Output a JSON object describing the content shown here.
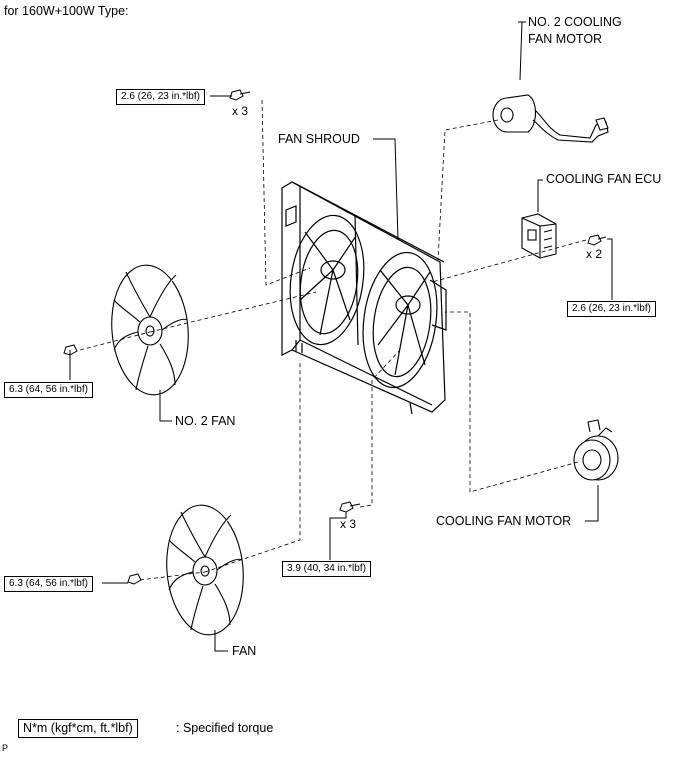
{
  "header": {
    "type_label": "for 160W+100W Type:"
  },
  "parts": {
    "fan_shroud": "FAN SHROUD",
    "no2_motor_line1": "NO. 2 COOLING",
    "no2_motor_line2": "FAN MOTOR",
    "cooling_fan_ecu": "COOLING FAN ECU",
    "no2_fan": "NO. 2 FAN",
    "cooling_fan_motor": "COOLING FAN MOTOR",
    "fan": "FAN"
  },
  "torques": {
    "top_left": "2.6 (26, 23 in.*lbf)",
    "ecu": "2.6 (26, 23 in.*lbf)",
    "no2_fan_nut": "6.3 (64, 56 in.*lbf)",
    "shroud_bolts": "3.9 (40, 34 in.*lbf)",
    "fan_nut": "6.3 (64, 56 in.*lbf)"
  },
  "counts": {
    "top_left": "x 3",
    "ecu": "x 2",
    "shroud_bolts": "x 3"
  },
  "legend": {
    "unit_box": "N*m (kgf*cm, ft.*lbf)",
    "description": ": Specified torque"
  },
  "footer": {
    "code": "P"
  }
}
